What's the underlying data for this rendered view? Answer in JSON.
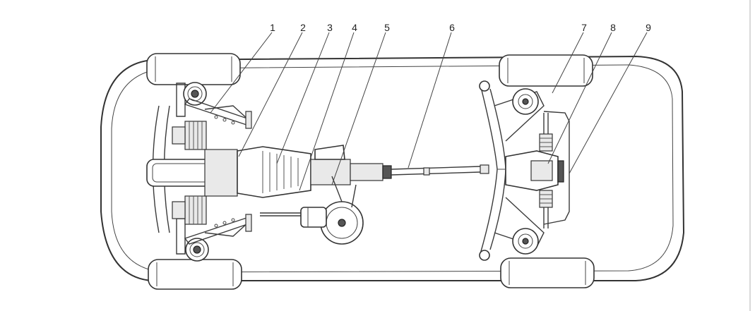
{
  "diagram": {
    "callouts": [
      {
        "id": "c1",
        "text": "1"
      },
      {
        "id": "c2",
        "text": "2"
      },
      {
        "id": "c3",
        "text": "3"
      },
      {
        "id": "c4",
        "text": "4"
      },
      {
        "id": "c5",
        "text": "5"
      },
      {
        "id": "c6",
        "text": "6"
      },
      {
        "id": "c7",
        "text": "7"
      },
      {
        "id": "c8",
        "text": "8"
      },
      {
        "id": "c9",
        "text": "9"
      }
    ]
  },
  "colors": {
    "line": "#333333",
    "background": "#ffffff",
    "edge": "#d9d9d9"
  }
}
